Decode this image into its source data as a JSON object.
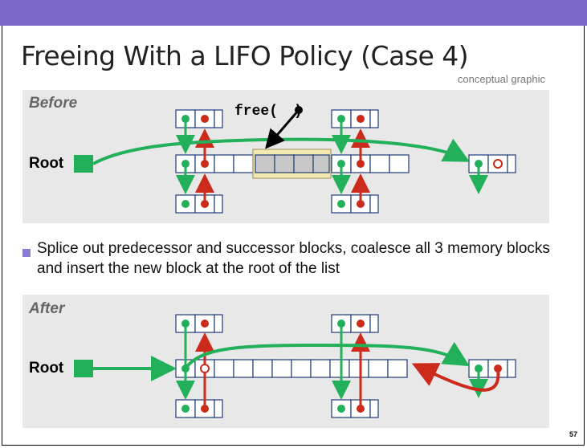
{
  "slide": {
    "title": "Freeing With a LIFO Policy (Case 4)",
    "subtitle": "conceptual graphic",
    "before_label": "Before",
    "after_label": "After",
    "root_label": "Root",
    "free_call_prefix": "free(",
    "free_call_suffix": ")",
    "bullet_text": "Splice out predecessor and successor blocks, coalesce all 3 memory blocks and insert the new block at the root of the list",
    "page_number": "57"
  },
  "colors": {
    "accent_bar": "#7b68c8",
    "panel_bg": "#e8e8e8",
    "next_pointer": "#22b05a",
    "prev_pointer": "#cc2a1a",
    "freed_block": "#c8c8c8",
    "cell_border": "#1f3b7a"
  }
}
